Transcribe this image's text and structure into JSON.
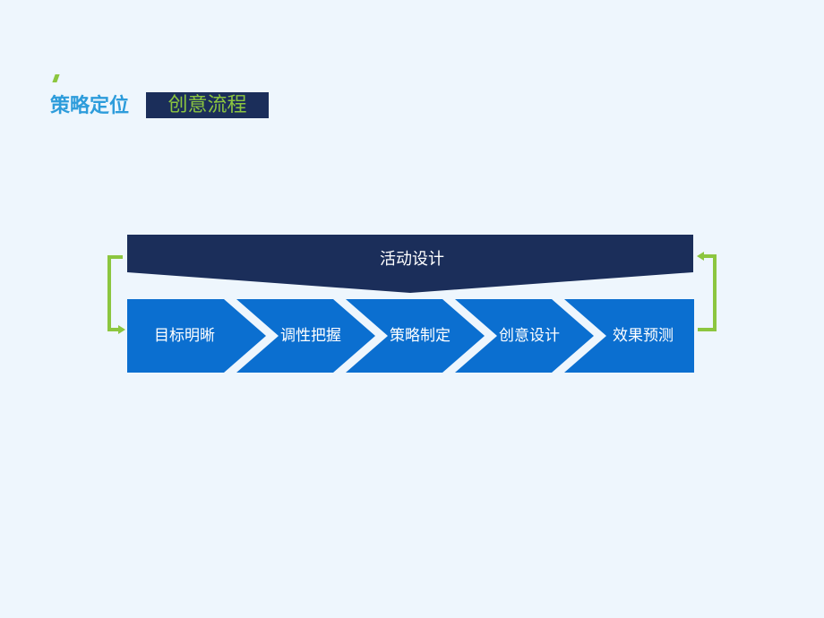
{
  "header": {
    "title": "策略定位",
    "subtitle": "创意流程"
  },
  "diagram": {
    "banner_label": "活动设计",
    "steps": [
      {
        "label": "目标明晰"
      },
      {
        "label": "调性把握"
      },
      {
        "label": "策略制定"
      },
      {
        "label": "创意设计"
      },
      {
        "label": "效果预测"
      }
    ]
  },
  "colors": {
    "background": "#eef6fd",
    "navy": "#1b2e5a",
    "step_blue": "#0b6fd0",
    "accent_green": "#8cc63f",
    "title_blue": "#2d9cdb"
  }
}
